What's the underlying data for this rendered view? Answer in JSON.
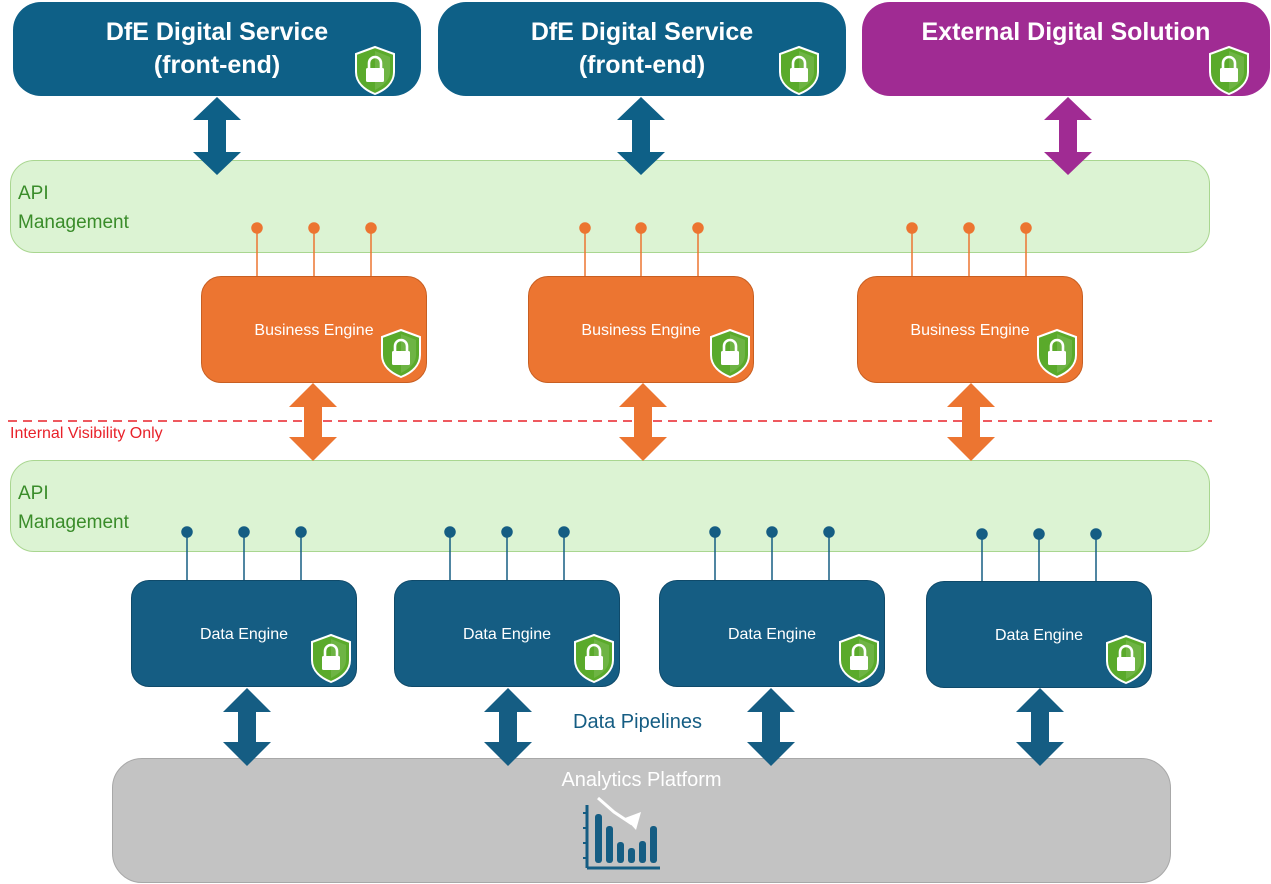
{
  "services": [
    {
      "line1": "DfE Digital Service",
      "line2": "(front-end)"
    },
    {
      "line1": "DfE Digital Service",
      "line2": "(front-end)"
    },
    {
      "line1": "External Digital Solution"
    }
  ],
  "api_management": {
    "upper": {
      "line1": "API",
      "line2": "Management"
    },
    "lower": {
      "line1": "API",
      "line2": "Management"
    }
  },
  "business_engines": [
    "Business Engine",
    "Business Engine",
    "Business Engine"
  ],
  "data_engines": [
    "Data Engine",
    "Data Engine",
    "Data Engine",
    "Data Engine"
  ],
  "internal_visibility_label": "Internal Visibility Only",
  "data_pipelines_label": "Data Pipelines",
  "analytics_platform_label": "Analytics Platform",
  "icons": [
    "shield-lock-icon",
    "bar-chart-trend-icon"
  ],
  "colors": {
    "dfe_service": "#0e6087",
    "external_service": "#a02b93",
    "api_management": "#dcf3d3",
    "business_engine": "#ec7531",
    "data_engine": "#155d83",
    "analytics_platform": "#c3c3c3",
    "internal_boundary": "#e8222a",
    "shield": "#5aaa2b"
  }
}
